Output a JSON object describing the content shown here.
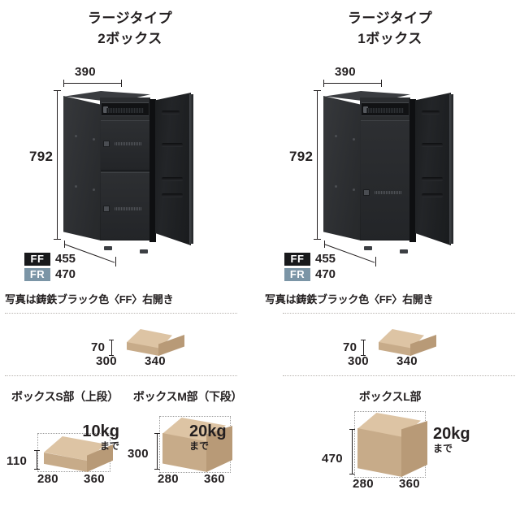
{
  "panels": [
    {
      "id": "two-box",
      "title_line1": "ラージタイプ",
      "title_line2": "2ボックス",
      "product": {
        "width_label": "390",
        "height_label": "792",
        "depth_ff_label": "455",
        "depth_fr_label": "470",
        "badge_ff": "FF",
        "badge_fr": "FR",
        "caption": "写真は鋳鉄ブラック色〈FF〉右開き",
        "door_count": 2
      },
      "carton": {
        "height_label": "70",
        "width_label": "300",
        "depth_label": "340"
      },
      "capacity_boxes": [
        {
          "title": "ボックスS部（上段）",
          "height_label": "110",
          "width_label": "280",
          "depth_label": "360",
          "weight": "10kg",
          "weight_suffix": "まで"
        },
        {
          "title": "ボックスM部（下段）",
          "height_label": "300",
          "width_label": "280",
          "depth_label": "360",
          "weight": "20kg",
          "weight_suffix": "まで"
        }
      ]
    },
    {
      "id": "one-box",
      "title_line1": "ラージタイプ",
      "title_line2": "1ボックス",
      "product": {
        "width_label": "390",
        "height_label": "792",
        "depth_ff_label": "455",
        "depth_fr_label": "470",
        "badge_ff": "FF",
        "badge_fr": "FR",
        "caption": "写真は鋳鉄ブラック色〈FF〉右開き",
        "door_count": 1
      },
      "carton": {
        "height_label": "70",
        "width_label": "300",
        "depth_label": "340"
      },
      "capacity_boxes": [
        {
          "title": "ボックスL部",
          "height_label": "470",
          "width_label": "280",
          "depth_label": "360",
          "weight": "20kg",
          "weight_suffix": "まで"
        }
      ]
    }
  ],
  "colors": {
    "badge_ff_bg": "#18191b",
    "badge_fr_bg": "#7b95a6",
    "carton_top": "#ddc4a4",
    "carton_front": "#c7ab89",
    "carton_side": "#b89a77",
    "body_dark": "#26282b",
    "text": "#231f20"
  }
}
